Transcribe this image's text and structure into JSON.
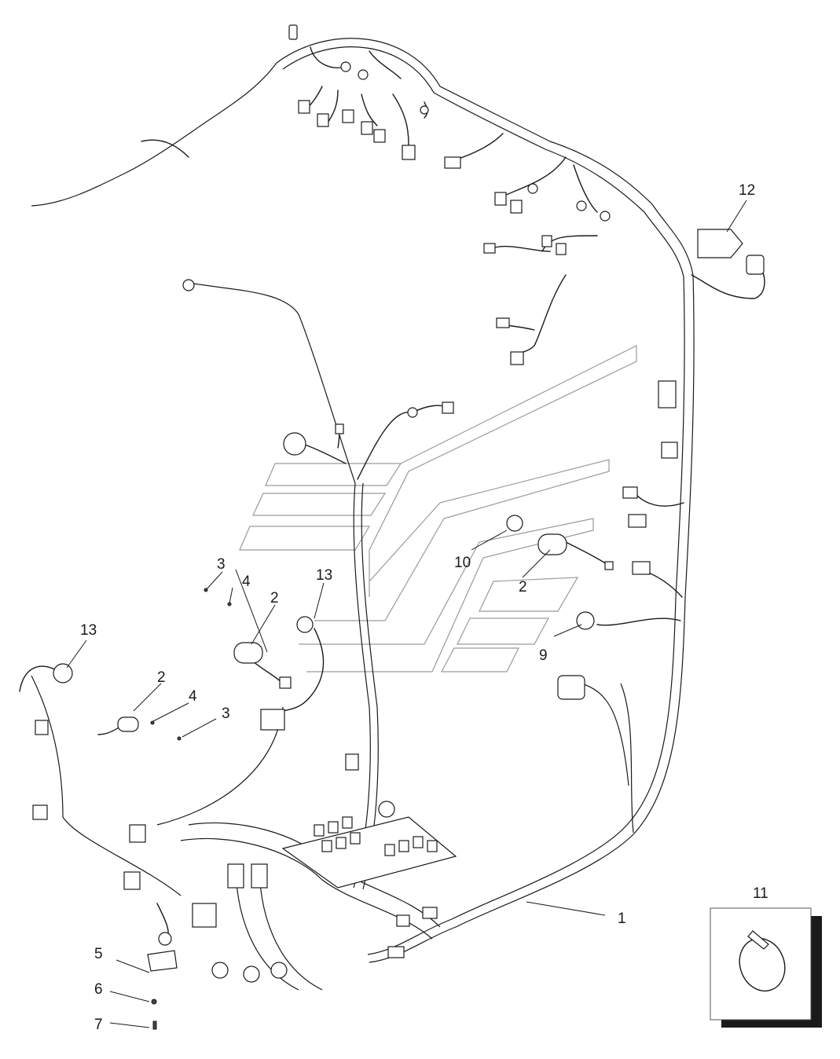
{
  "callouts": [
    {
      "id": "c1",
      "text": "1"
    },
    {
      "id": "c2a",
      "text": "2"
    },
    {
      "id": "c2b",
      "text": "2"
    },
    {
      "id": "c2c",
      "text": "2"
    },
    {
      "id": "c3a",
      "text": "3"
    },
    {
      "id": "c3b",
      "text": "3"
    },
    {
      "id": "c4a",
      "text": "4"
    },
    {
      "id": "c4b",
      "text": "4"
    },
    {
      "id": "c5",
      "text": "5"
    },
    {
      "id": "c6",
      "text": "6"
    },
    {
      "id": "c7",
      "text": "7"
    },
    {
      "id": "c9",
      "text": "9"
    },
    {
      "id": "c10",
      "text": "10"
    },
    {
      "id": "c11",
      "text": "11"
    },
    {
      "id": "c12",
      "text": "12"
    },
    {
      "id": "c13a",
      "text": "13"
    },
    {
      "id": "c13b",
      "text": "13"
    }
  ]
}
